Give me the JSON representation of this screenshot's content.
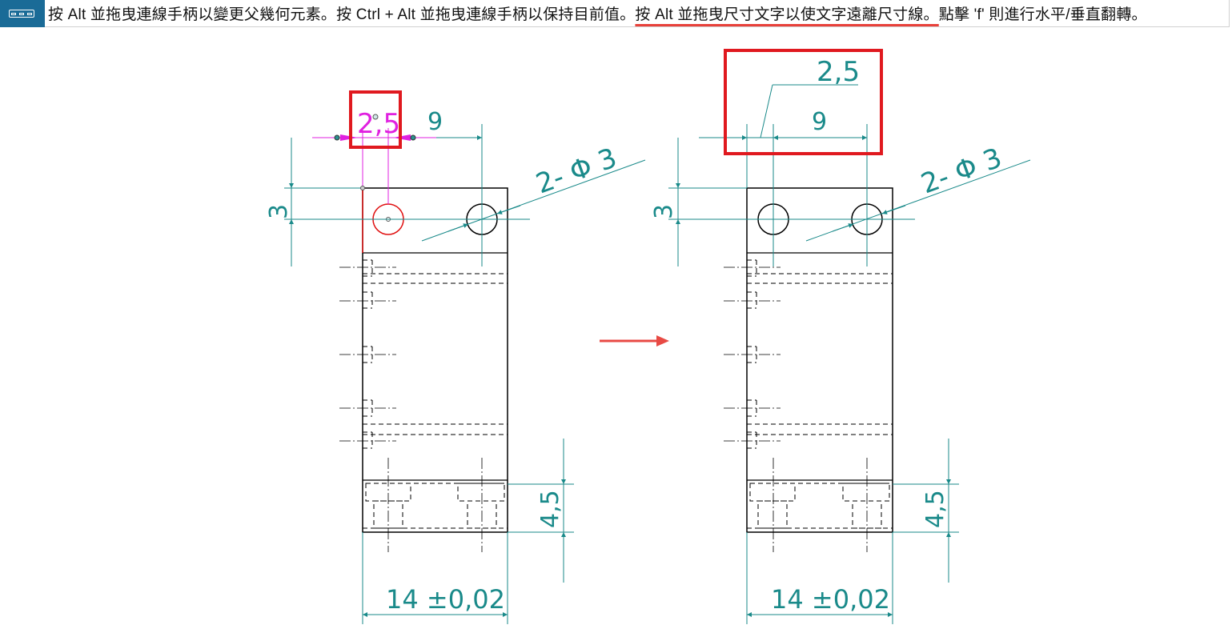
{
  "hint_bar": {
    "icon": "dimension-tool-icon",
    "text_part1": "按 Alt 並拖曳連線手柄以變更父幾何元素。按 Ctrl + Alt 並拖曳連線手柄以保持目前值",
    "text_part2": "。",
    "text_highlight": "按 Alt 並拖曳尺寸文字以使文字遠離尺寸線。",
    "text_part3": "點擊 'f' 則進行水平/垂直翻轉。"
  },
  "drawing_left": {
    "dim_hole_offset": "2,5",
    "dim_hole_pitch": "9",
    "dim_hole_height": "3",
    "dim_hole_callout": "2-  Φ 3",
    "dim_bottom_height": "4,5",
    "dim_width": "14  ±0,02"
  },
  "drawing_right": {
    "dim_hole_offset": "2,5",
    "dim_hole_pitch": "9",
    "dim_hole_height": "3",
    "dim_hole_callout": "2-  Φ 3",
    "dim_bottom_height": "4,5",
    "dim_width": "14  ±0,02"
  },
  "colors": {
    "dimension": "#1a8a8a",
    "selected": "#e020e0",
    "highlight_box": "#e0191f",
    "arrow": "#e84a44",
    "geometry": "#000000",
    "selected_geometry": "#e01010"
  }
}
